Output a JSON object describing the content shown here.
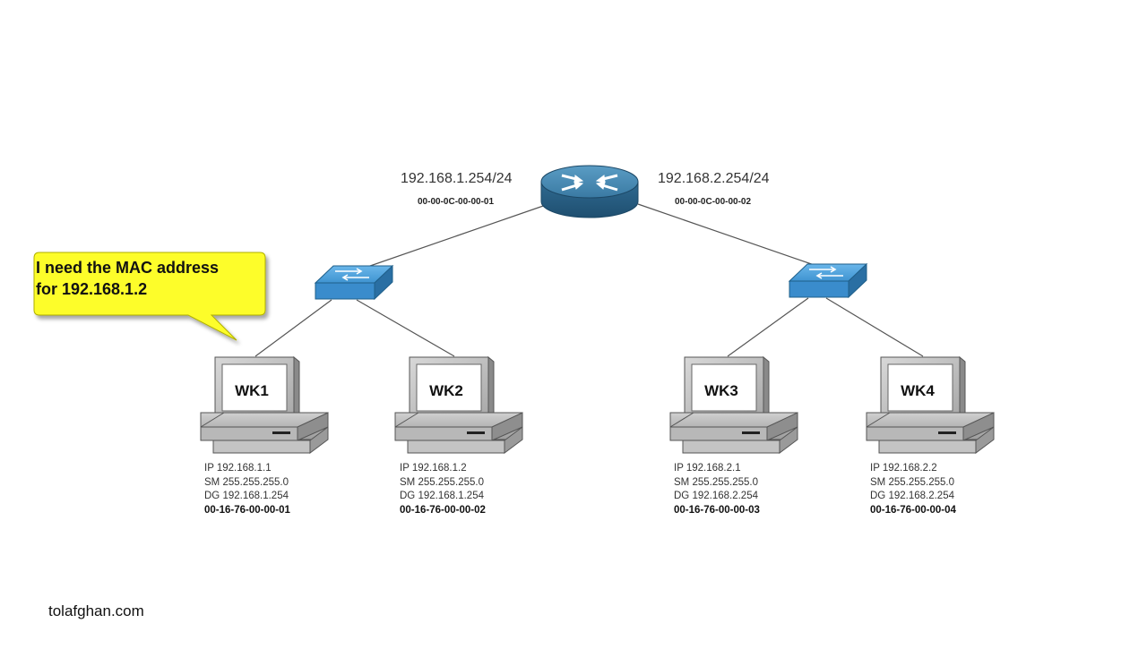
{
  "router": {
    "left_ip": "192.168.1.254/24",
    "left_mac": "00-00-0C-00-00-01",
    "right_ip": "192.168.2.254/24",
    "right_mac": "00-00-0C-00-00-02"
  },
  "callout": {
    "line1": "I need the MAC address",
    "line2": "for 192.168.1.2"
  },
  "workstations": [
    {
      "name": "WK1",
      "ip": "IP 192.168.1.1",
      "sm": "SM 255.255.255.0",
      "dg": "DG 192.168.1.254",
      "mac": "00-16-76-00-00-01"
    },
    {
      "name": "WK2",
      "ip": "IP 192.168.1.2",
      "sm": "SM 255.255.255.0",
      "dg": "DG 192.168.1.254",
      "mac": "00-16-76-00-00-02"
    },
    {
      "name": "WK3",
      "ip": "IP 192.168.2.1",
      "sm": "SM 255.255.255.0",
      "dg": "DG 192.168.2.254",
      "mac": "00-16-76-00-00-03"
    },
    {
      "name": "WK4",
      "ip": "IP 192.168.2.2",
      "sm": "SM 255.255.255.0",
      "dg": "DG 192.168.2.254",
      "mac": "00-16-76-00-00-04"
    }
  ],
  "footer": {
    "text": "tolafghan.com"
  },
  "colors": {
    "router_blue": "#3e7fa6",
    "switch_blue": "#4a9fd8",
    "callout_yellow": "#fdfd2a",
    "link_line": "#555555"
  }
}
